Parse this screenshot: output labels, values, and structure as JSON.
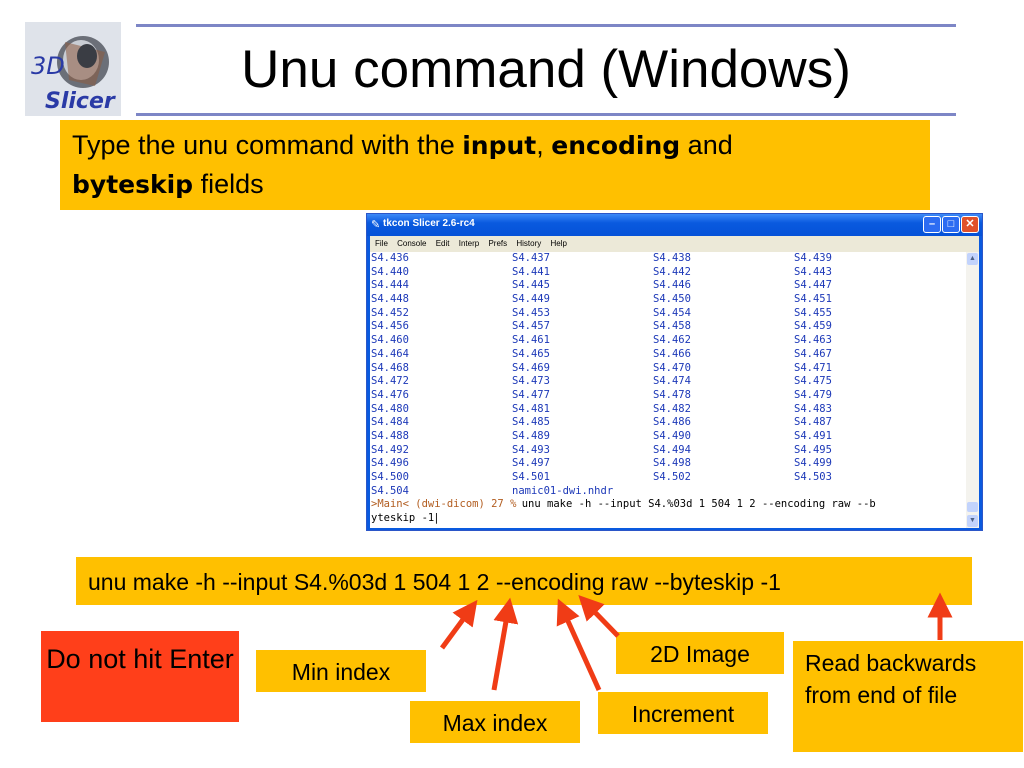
{
  "logo": {
    "text_top": "3D",
    "text_bottom": "Slicer"
  },
  "title": "Unu command (Windows)",
  "instruction": {
    "part1": "Type the unu command with the ",
    "input": "input",
    "sep1": ", ",
    "encoding": "encoding",
    "sep2": " and",
    "byteskip": "byteskip",
    "part2": " fields"
  },
  "console_window": {
    "title": "tkcon Slicer 2.6-rc4",
    "menu": [
      "File",
      "Console",
      "Edit",
      "Interp",
      "Prefs",
      "History",
      "Help"
    ],
    "rows": [
      [
        "S4.436",
        "S4.437",
        "S4.438",
        "S4.439"
      ],
      [
        "S4.440",
        "S4.441",
        "S4.442",
        "S4.443"
      ],
      [
        "S4.444",
        "S4.445",
        "S4.446",
        "S4.447"
      ],
      [
        "S4.448",
        "S4.449",
        "S4.450",
        "S4.451"
      ],
      [
        "S4.452",
        "S4.453",
        "S4.454",
        "S4.455"
      ],
      [
        "S4.456",
        "S4.457",
        "S4.458",
        "S4.459"
      ],
      [
        "S4.460",
        "S4.461",
        "S4.462",
        "S4.463"
      ],
      [
        "S4.464",
        "S4.465",
        "S4.466",
        "S4.467"
      ],
      [
        "S4.468",
        "S4.469",
        "S4.470",
        "S4.471"
      ],
      [
        "S4.472",
        "S4.473",
        "S4.474",
        "S4.475"
      ],
      [
        "S4.476",
        "S4.477",
        "S4.478",
        "S4.479"
      ],
      [
        "S4.480",
        "S4.481",
        "S4.482",
        "S4.483"
      ],
      [
        "S4.484",
        "S4.485",
        "S4.486",
        "S4.487"
      ],
      [
        "S4.488",
        "S4.489",
        "S4.490",
        "S4.491"
      ],
      [
        "S4.492",
        "S4.493",
        "S4.494",
        "S4.495"
      ],
      [
        "S4.496",
        "S4.497",
        "S4.498",
        "S4.499"
      ],
      [
        "S4.500",
        "S4.501",
        "S4.502",
        "S4.503"
      ],
      [
        "S4.504",
        "namic01-dwi.nhdr",
        "",
        ""
      ]
    ],
    "prompt": ">Main< (dwi-dicom) 27 %",
    "command_line1": " unu make -h --input S4.%03d 1 504 1 2 --encoding raw --b",
    "command_line2": "yteskip -1"
  },
  "command": "unu make -h --input S4.%03d 1 504 1 2 --encoding raw --byteskip -1",
  "labels": {
    "do_not_hit": "Do not hit Enter",
    "min_index": "Min index",
    "max_index": "Max index",
    "increment": "Increment",
    "image_2d": "2D Image",
    "read_backwards": "Read backwards from end of file"
  },
  "colors": {
    "highlight": "#ffc000",
    "warning": "#ff3f1a",
    "arrow": "#f03c16",
    "rule": "#7d86c6"
  }
}
